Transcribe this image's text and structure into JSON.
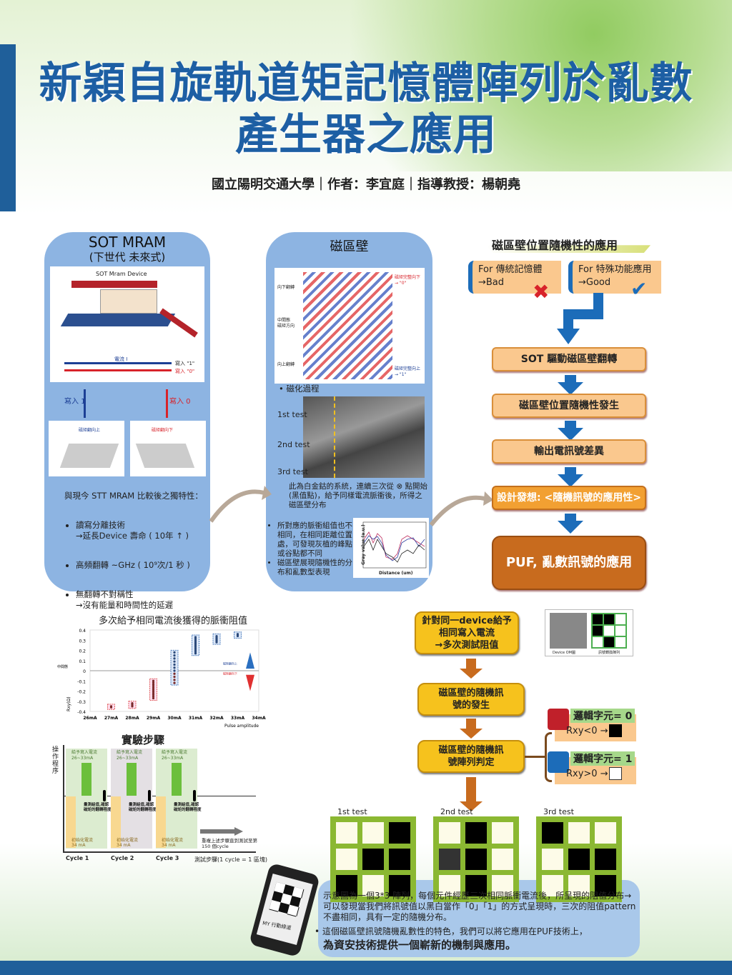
{
  "header": {
    "title_line1": "新穎自旋軌道矩記憶體陣列於亂數",
    "title_line2": "產生器之應用",
    "authors": "國立陽明交通大學｜作者：李宜庭｜指導教授：楊朝堯"
  },
  "panel_sot": {
    "title": "SOT MRAM",
    "subtitle": "(下世代 未來式)",
    "device_label": "SOT Mram Device",
    "current_label": "電流 I",
    "write1": "寫入 \"1\"",
    "write0": "寫入 \"0\"",
    "arrow_write1": "寫入 1",
    "arrow_write0": "寫入 0",
    "flip_up": "磁矩翻向上",
    "flip_down": "磁矩翻向下",
    "compare_heading": "與現今 STT MRAM 比較後之獨特性：",
    "bullets": [
      "讀寫分離技術\n→延長Device 壽命 ( 10年 ↑ )",
      "高頻翻轉 ~GHz ( 10⁹次/1 秒 )",
      "無翻轉不對稱性\n→沒有能量和時間性的延遲"
    ]
  },
  "panel_dw": {
    "title": "磁區壁",
    "label_down": "向下翻轉",
    "label_mid": "中間態 磁矩方向",
    "label_up": "向上翻轉",
    "state0": "磁矩完整向下 → \"0\"",
    "state1": "磁矩完整向上 → \"1\"",
    "process": "磁化過程",
    "tests": [
      "1st test",
      "2nd test",
      "3rd test"
    ],
    "desc1": "此為白金鈷的系統，連續三次從 ⊗ 點開始(黑值點)，給予同樣電流脈衝後，所得之磁區壁分布",
    "desc2": "所對應的脈衝組值也不相同，在相同距離位置處，可發現灰植的峰點或谷點都不同",
    "desc3": "磁區壁展現隨機性的分布和亂數型表現",
    "plot_ylabel": "Gray value (a.u.)",
    "plot_xlabel": "Distance (um)",
    "plot_xticks": [
      "0",
      "2",
      "4",
      "6",
      "8",
      "10"
    ]
  },
  "flow_right": {
    "title": "磁區壁位置隨機性的應用",
    "bad": "For 傳統記憶體\n→Bad",
    "good": "For 特殊功能應用\n→Good",
    "steps": [
      "SOT 驅動磁區壁翻轉",
      "磁區壁位置隨機性發生",
      "輸出電訊號差異",
      "設計發想: <隨機訊號的應用性>",
      "PUF, 亂數訊號的應用"
    ]
  },
  "chart_pulse": {
    "title": "多次給予相同電流後獲得的脈衝阻值",
    "ylabel": "Rxy(Ω)",
    "xlabel": "Pulse amplitude",
    "mid_label": "中間態",
    "up_label": "磁矩翻向上",
    "down_label": "磁矩翻向下",
    "yticks": [
      "0.4",
      "0.3",
      "0.2",
      "0.1",
      "0",
      "-0.1",
      "-0.2",
      "-0.3",
      "-0.4"
    ],
    "xticks": [
      "26mA",
      "27mA",
      "28mA",
      "29mA",
      "30mA",
      "31mA",
      "32mA",
      "33mA",
      "34mA"
    ],
    "ranges": [
      {
        "x": "27mA",
        "min": -0.36,
        "max": -0.35
      },
      {
        "x": "28mA",
        "min": -0.35,
        "max": -0.32
      },
      {
        "x": "29mA",
        "min": -0.27,
        "max": -0.1
      },
      {
        "x": "30mA",
        "min": -0.12,
        "max": 0.18
      },
      {
        "x": "31mA",
        "min": 0.17,
        "max": 0.33
      },
      {
        "x": "32mA",
        "min": 0.28,
        "max": 0.34
      },
      {
        "x": "33mA",
        "min": 0.34,
        "max": 0.36
      }
    ]
  },
  "steps_chart": {
    "title": "實驗步驟",
    "yaxis": "操作程序",
    "write_current": "給予寫入電流\n26~33mA",
    "measure": "量測組值,確認磁矩的翻轉程度",
    "init_current": "初始化電流\n34 mA",
    "cycles": [
      "Cycle 1",
      "Cycle 2",
      "Cycle 3"
    ],
    "repeat": "重複上述步驟直到測試至第150 個cycle",
    "xaxis": "測試步驟(1 cycle = 1 區塊)"
  },
  "flow_bottom": {
    "steps": [
      "針對同一device給予\n相同寫入電流\n→多次測試阻值",
      "磁區壁的隨機訊\n號的發生",
      "磁區壁的隨機訊\n號陣列判定"
    ],
    "om_label": "Device OM圖",
    "array_label": "訊號轉換陣列",
    "logic0": "邏輯字元= 0",
    "logic0_cond": "Rxy<0 →",
    "logic1": "邏輯字元= 1",
    "logic1_cond": "Rxy>0 →"
  },
  "tests": [
    {
      "label": "1st test",
      "cells": [
        1,
        1,
        0,
        1,
        0,
        0,
        0,
        1,
        0
      ]
    },
    {
      "label": "2nd test",
      "cells": [
        1,
        0,
        1,
        0.2,
        0,
        1,
        1,
        0,
        1
      ]
    },
    {
      "label": "3rd test",
      "cells": [
        0,
        1,
        1,
        1,
        0,
        0,
        1,
        1,
        0
      ]
    }
  ],
  "summary": {
    "text": "示意圖為一個3*3 陣列，每個元件經歷三次相同脈衝電流後，所呈現的阻值分布→可以發現當我們將訊號值以黑白當作「0」「1」的方式呈現時，三次的阻值pattern不盡相同，具有一定的隨機分布。",
    "bullet": "這個磁區壁訊號隨機亂數性的特色，我們可以將它應用在PUF技術上，",
    "emphasis": "為資安技術提供一個嶄新的機制與應用。",
    "phone_label": "MY 行動線道"
  }
}
